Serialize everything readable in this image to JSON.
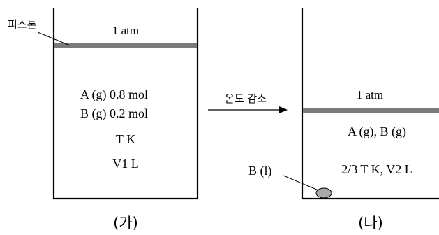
{
  "piston_label": "피스톤",
  "left": {
    "pressure": "1 atm",
    "gas_a": "A (g)  0.8 mol",
    "gas_b": "B (g)  0.2 mol",
    "temperature": "T K",
    "volume": "V1 L",
    "caption": "(가)"
  },
  "arrow_label": "온도 감소",
  "right": {
    "pressure": "1 atm",
    "gases": "A (g), B (g)",
    "temperature": "2/3 T K, V2 L",
    "liquid_label": "B (l)",
    "caption": "(나)"
  },
  "colors": {
    "piston": "#7a7a7a",
    "liquid": "#a9a9a9",
    "line": "#000000"
  }
}
